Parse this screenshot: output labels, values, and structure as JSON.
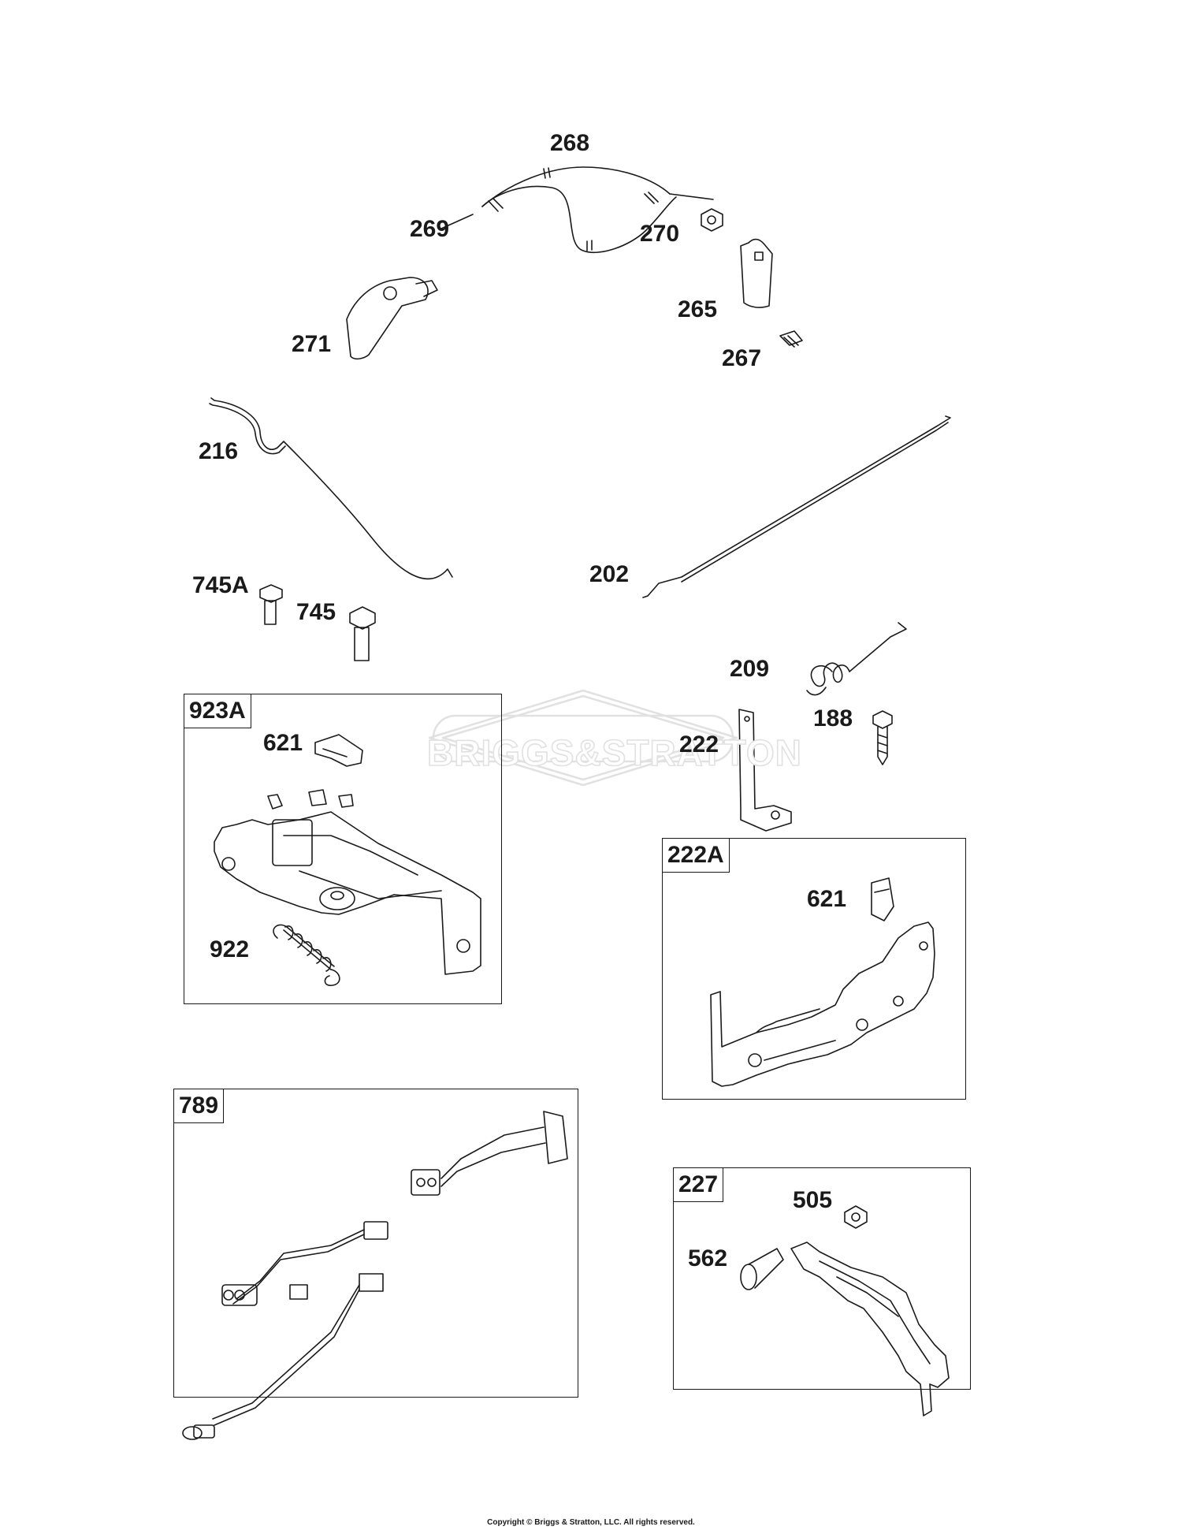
{
  "watermark": {
    "text": "BRIGGS&STRATTON",
    "color": "#e1e1e1"
  },
  "callouts": [
    {
      "id": "c268",
      "text": "268"
    },
    {
      "id": "c269",
      "text": "269"
    },
    {
      "id": "c270",
      "text": "270"
    },
    {
      "id": "c265",
      "text": "265"
    },
    {
      "id": "c271",
      "text": "271"
    },
    {
      "id": "c267",
      "text": "267"
    },
    {
      "id": "c216",
      "text": "216"
    },
    {
      "id": "c202",
      "text": "202"
    },
    {
      "id": "c745A",
      "text": "745A"
    },
    {
      "id": "c745",
      "text": "745"
    },
    {
      "id": "c209",
      "text": "209"
    },
    {
      "id": "c188",
      "text": "188"
    },
    {
      "id": "c222",
      "text": "222"
    },
    {
      "id": "c621a",
      "text": "621"
    },
    {
      "id": "c922",
      "text": "922"
    },
    {
      "id": "c621b",
      "text": "621"
    },
    {
      "id": "c505",
      "text": "505"
    },
    {
      "id": "c562",
      "text": "562"
    }
  ],
  "kits": [
    {
      "id": "k923A",
      "text": "923A"
    },
    {
      "id": "k222A",
      "text": "222A"
    },
    {
      "id": "k789",
      "text": "789"
    },
    {
      "id": "k227",
      "text": "227"
    }
  ],
  "footer": {
    "copyright": "Copyright © Briggs & Stratton, LLC. All rights reserved."
  }
}
